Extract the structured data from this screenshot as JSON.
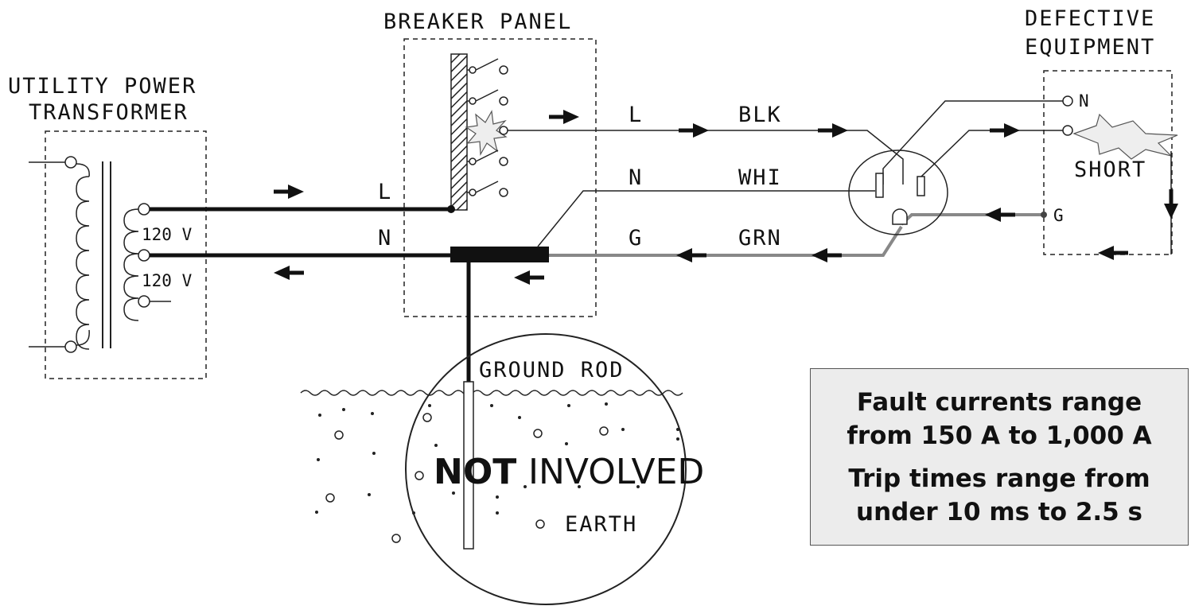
{
  "labels": {
    "transformer_title_1": "UTILITY POWER",
    "transformer_title_2": "TRANSFORMER",
    "volt_upper": "120 V",
    "volt_lower": "120 V",
    "panel_title": "BREAKER PANEL",
    "equipment_title_1": "DEFECTIVE",
    "equipment_title_2": "EQUIPMENT",
    "line_left": "L",
    "neutral_left": "N",
    "line_panel": "L",
    "neutral_panel": "N",
    "ground_panel": "G",
    "wire_blk": "BLK",
    "wire_whi": "WHI",
    "wire_grn": "GRN",
    "equip_n": "N",
    "equip_g": "G",
    "short": "SHORT",
    "ground_rod": "GROUND ROD",
    "not": "NOT",
    "involved": "INVOLVED",
    "earth": "EARTH"
  },
  "info": {
    "line1": "Fault currents range\nfrom 150 A to 1,000 A",
    "line2": "Trip times range from\nunder 10 ms to 2.5 s"
  }
}
